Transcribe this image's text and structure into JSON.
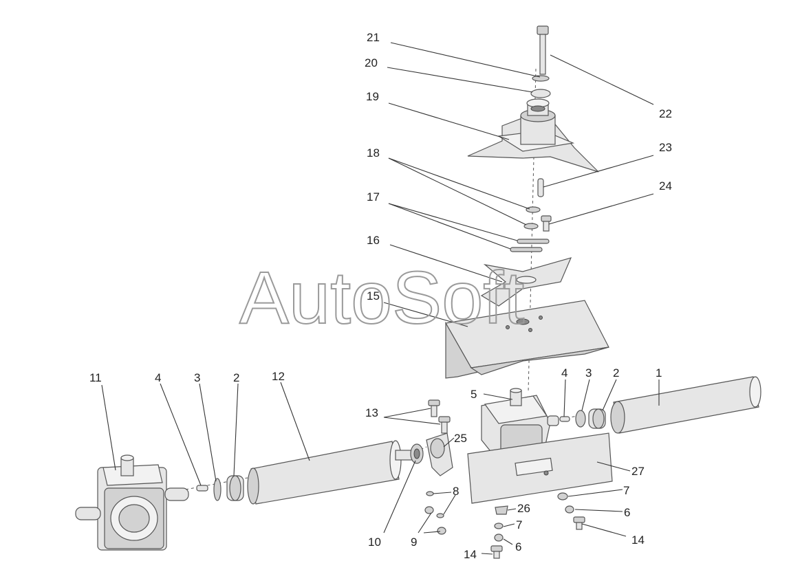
{
  "watermark": "AutoSoft",
  "callouts": [
    {
      "id": "c21",
      "text": "21"
    },
    {
      "id": "c20",
      "text": "20"
    },
    {
      "id": "c19",
      "text": "19"
    },
    {
      "id": "c22",
      "text": "22"
    },
    {
      "id": "c23",
      "text": "23"
    },
    {
      "id": "c18",
      "text": "18"
    },
    {
      "id": "c24",
      "text": "24"
    },
    {
      "id": "c17",
      "text": "17"
    },
    {
      "id": "c16",
      "text": "16"
    },
    {
      "id": "c15",
      "text": "15"
    },
    {
      "id": "c11",
      "text": "11"
    },
    {
      "id": "c4a",
      "text": "4"
    },
    {
      "id": "c3a",
      "text": "3"
    },
    {
      "id": "c2a",
      "text": "2"
    },
    {
      "id": "c12",
      "text": "12"
    },
    {
      "id": "c4b",
      "text": "4"
    },
    {
      "id": "c3b",
      "text": "3"
    },
    {
      "id": "c2b",
      "text": "2"
    },
    {
      "id": "c1",
      "text": "1"
    },
    {
      "id": "c5",
      "text": "5"
    },
    {
      "id": "c13",
      "text": "13"
    },
    {
      "id": "c25",
      "text": "25"
    },
    {
      "id": "c27",
      "text": "27"
    },
    {
      "id": "c8",
      "text": "8"
    },
    {
      "id": "c7a",
      "text": "7"
    },
    {
      "id": "c26",
      "text": "26"
    },
    {
      "id": "c6a",
      "text": "6"
    },
    {
      "id": "c10",
      "text": "10"
    },
    {
      "id": "c9",
      "text": "9"
    },
    {
      "id": "c7b",
      "text": "7"
    },
    {
      "id": "c14a",
      "text": "14"
    },
    {
      "id": "c6b",
      "text": "6"
    },
    {
      "id": "c14b",
      "text": "14"
    }
  ]
}
